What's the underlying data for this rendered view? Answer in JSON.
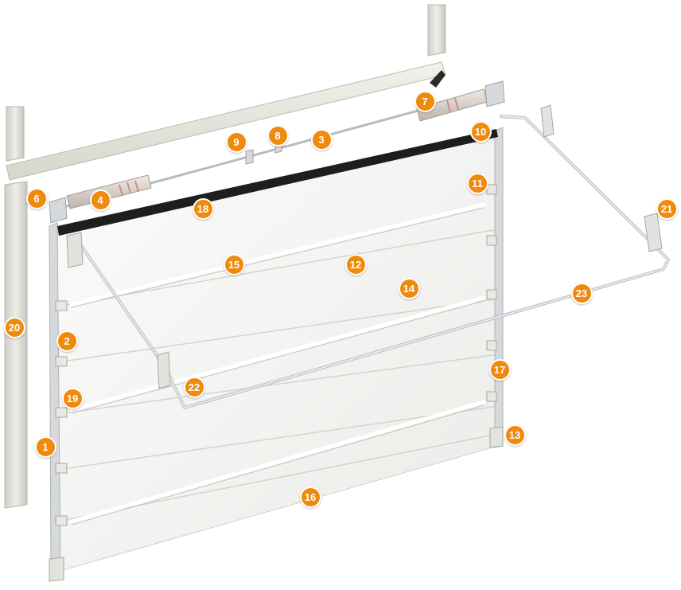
{
  "diagram": {
    "colors": {
      "callout": "#ef8a0c",
      "callout_text": "#ffffff",
      "panel": "#f4f4f2",
      "frame": "#d8d8d2",
      "metal": "#c9ccd0",
      "seal": "#1e1e1e",
      "spring": "#d9d3cc",
      "spring_stripe": "#d08a8a"
    },
    "callouts": [
      {
        "id": "1",
        "label": "1"
      },
      {
        "id": "2",
        "label": "2"
      },
      {
        "id": "3",
        "label": "3"
      },
      {
        "id": "4",
        "label": "4"
      },
      {
        "id": "6",
        "label": "6"
      },
      {
        "id": "7",
        "label": "7"
      },
      {
        "id": "8",
        "label": "8"
      },
      {
        "id": "9",
        "label": "9"
      },
      {
        "id": "10",
        "label": "10"
      },
      {
        "id": "11",
        "label": "11"
      },
      {
        "id": "12",
        "label": "12"
      },
      {
        "id": "13",
        "label": "13"
      },
      {
        "id": "14",
        "label": "14"
      },
      {
        "id": "15",
        "label": "15"
      },
      {
        "id": "16",
        "label": "16"
      },
      {
        "id": "17",
        "label": "17"
      },
      {
        "id": "18",
        "label": "18"
      },
      {
        "id": "19",
        "label": "19"
      },
      {
        "id": "20",
        "label": "20"
      },
      {
        "id": "21",
        "label": "21"
      },
      {
        "id": "22",
        "label": "22"
      },
      {
        "id": "23",
        "label": "23"
      }
    ]
  }
}
